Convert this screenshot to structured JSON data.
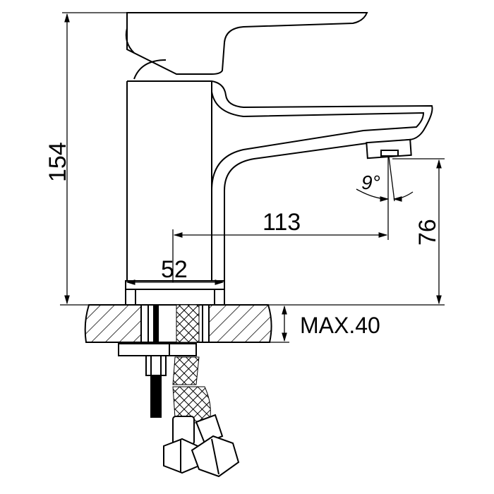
{
  "drawing": {
    "dimensions": {
      "overall_height": "154",
      "spout_reach": "113",
      "base_width": "52",
      "spout_height": "76",
      "max_counter_thickness": "MAX.40",
      "spout_angle": "9°"
    },
    "colors": {
      "line": "#000000",
      "background": "#ffffff"
    }
  }
}
